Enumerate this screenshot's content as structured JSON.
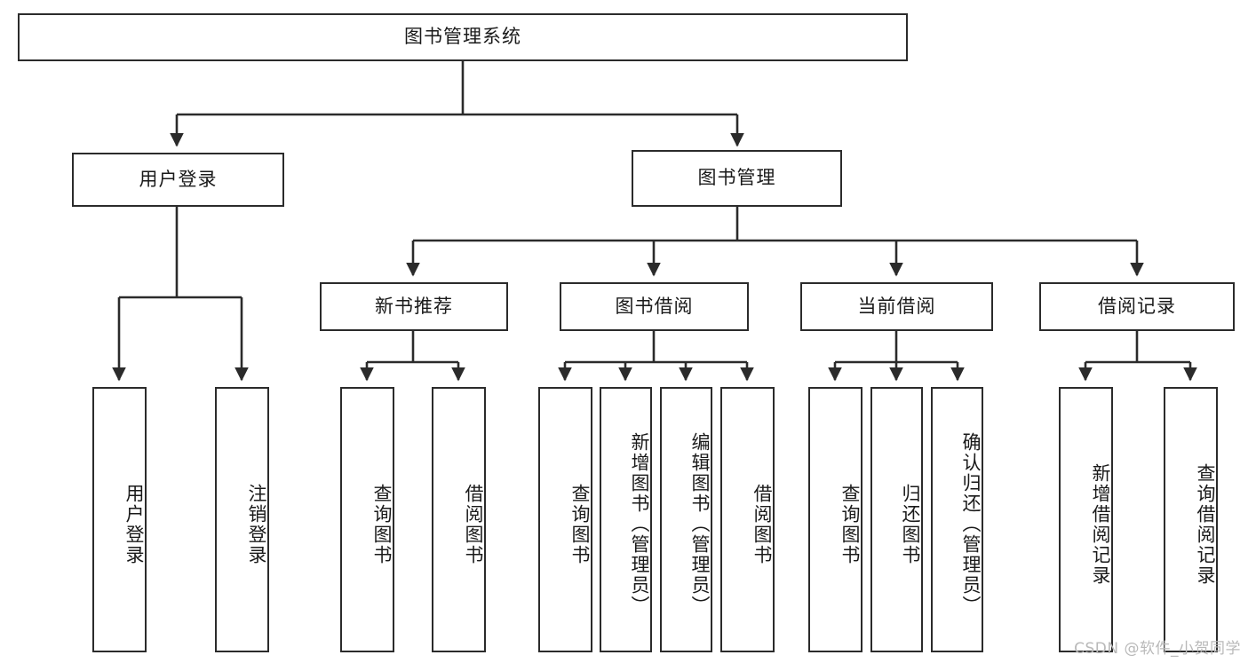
{
  "diagram": {
    "title": "图书管理系统",
    "type": "tree-hierarchy-diagram",
    "root": {
      "id": "root",
      "label": "图书管理系统"
    },
    "level2": [
      {
        "id": "login",
        "label": "用户登录"
      },
      {
        "id": "bookmgmt",
        "label": "图书管理"
      }
    ],
    "level3": [
      {
        "id": "newbook",
        "label": "新书推荐",
        "parent": "bookmgmt"
      },
      {
        "id": "borrow",
        "label": "图书借阅",
        "parent": "bookmgmt"
      },
      {
        "id": "current",
        "label": "当前借阅",
        "parent": "bookmgmt"
      },
      {
        "id": "record",
        "label": "借阅记录",
        "parent": "bookmgmt"
      }
    ],
    "leaves": [
      {
        "id": "leaf-user-login",
        "label": "用户登录",
        "parent": "login"
      },
      {
        "id": "leaf-user-logout",
        "label": "注销登录",
        "parent": "login"
      },
      {
        "id": "leaf-new-query",
        "label": "查询图书",
        "parent": "newbook"
      },
      {
        "id": "leaf-new-borrow",
        "label": "借阅图书",
        "parent": "newbook"
      },
      {
        "id": "leaf-borrow-query",
        "label": "查询图书",
        "parent": "borrow"
      },
      {
        "id": "leaf-borrow-add",
        "label": "新增图书（管理员）",
        "parent": "borrow"
      },
      {
        "id": "leaf-borrow-edit",
        "label": "编辑图书（管理员）",
        "parent": "borrow"
      },
      {
        "id": "leaf-borrow-lend",
        "label": "借阅图书",
        "parent": "borrow"
      },
      {
        "id": "leaf-cur-query",
        "label": "查询图书",
        "parent": "current"
      },
      {
        "id": "leaf-cur-return",
        "label": "归还图书",
        "parent": "current"
      },
      {
        "id": "leaf-cur-confirm",
        "label": "确认归还（管理员）",
        "parent": "current"
      },
      {
        "id": "leaf-rec-add",
        "label": "新增借阅记录",
        "parent": "record"
      },
      {
        "id": "leaf-rec-query",
        "label": "查询借阅记录",
        "parent": "record"
      }
    ],
    "watermark": "CSDN @软件_小贺同学",
    "colors": {
      "stroke": "#2b2b2b",
      "fill": "#ffffff",
      "text": "#1a1a1a",
      "watermark": "#b9b9b9"
    }
  }
}
